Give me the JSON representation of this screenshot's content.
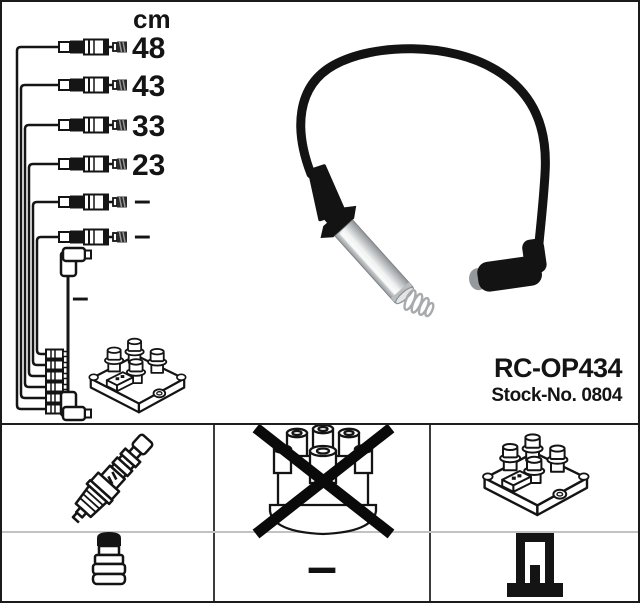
{
  "product": {
    "part_number": "RC-OP434",
    "stock_number_label": "Stock-No. 0804"
  },
  "length_table": {
    "unit_header": "cm",
    "rows": [
      {
        "lead": "lead-1",
        "length": "48"
      },
      {
        "lead": "lead-2",
        "length": "43"
      },
      {
        "lead": "lead-3",
        "length": "33"
      },
      {
        "lead": "lead-4",
        "length": "23"
      },
      {
        "lead": "lead-5",
        "length": "–"
      },
      {
        "lead": "lead-6",
        "length": "–"
      }
    ],
    "coil_link_lead": {
      "length": "–"
    }
  },
  "legend_grid": {
    "rows": [
      {
        "cells": [
          {
            "icon": "spark-plug-icon"
          },
          {
            "icon": "distributor-cap-crossed-out-icon"
          },
          {
            "icon": "ignition-coil-pack-icon"
          }
        ]
      },
      {
        "cells": [
          {
            "icon": "plug-connector-boot-icon"
          },
          {
            "symbol": "–"
          },
          {
            "icon": "coil-terminal-icon"
          }
        ]
      }
    ]
  },
  "colors": {
    "line": "#141414",
    "background": "#ffffff",
    "grid_line_dark": "#3c3c3c",
    "grid_divider_light": "#c2c2c2",
    "metal_highlight": "#f5f6f6",
    "metal_shadow": "#8f9396"
  }
}
